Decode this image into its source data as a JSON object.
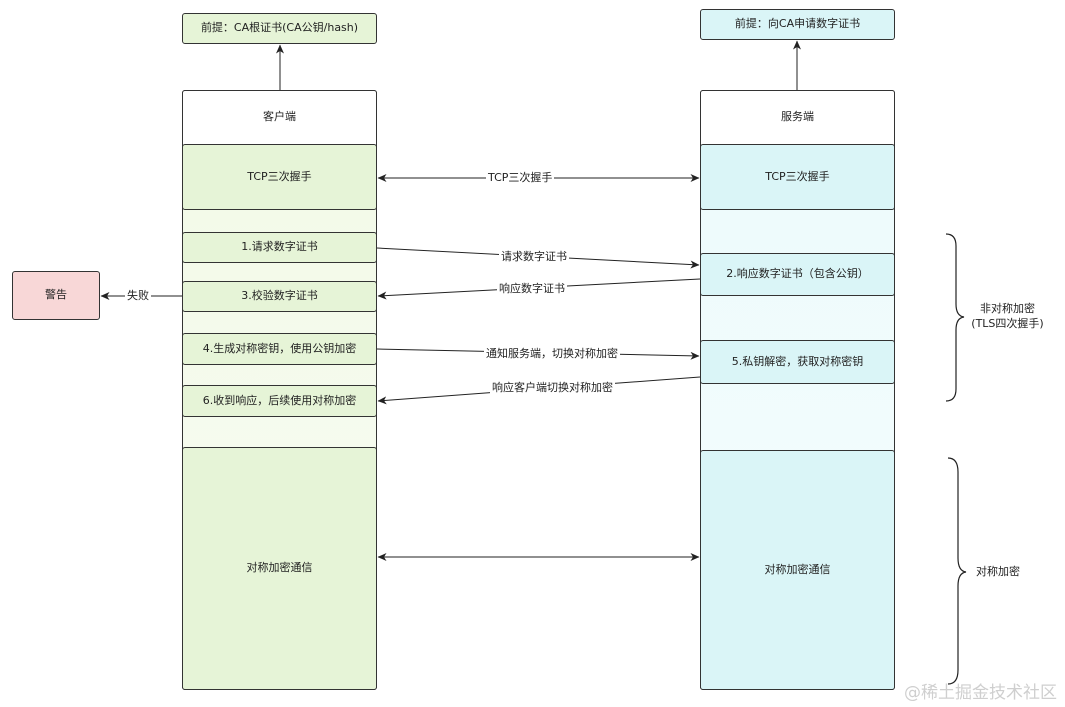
{
  "premises": {
    "client": "前提：CA根证书(CA公钥/hash)",
    "server": "前提：向CA申请数字证书"
  },
  "client": {
    "title": "客户端",
    "tcp": "TCP三次握手",
    "step1": "1.请求数字证书",
    "step3": "3.校验数字证书",
    "step4": "4.生成对称密钥，使用公钥加密",
    "step6": "6.收到响应，后续使用对称加密",
    "symmetric": "对称加密通信"
  },
  "server": {
    "title": "服务端",
    "tcp": "TCP三次握手",
    "step2": "2.响应数字证书（包含公钥）",
    "step5": "5.私钥解密，获取对称密钥",
    "symmetric": "对称加密通信"
  },
  "warning": {
    "label": "警告",
    "fail_label": "失败"
  },
  "arrows": {
    "tcp": "TCP三次握手",
    "request_cert": "请求数字证书",
    "response_cert": "响应数字证书",
    "notify_server": "通知服务端，切换对称加密",
    "response_client": "响应客户端切换对称加密"
  },
  "phases": {
    "asymmetric_line1": "非对称加密",
    "asymmetric_line2": "(TLS四次握手)",
    "symmetric": "对称加密"
  },
  "watermark": "@稀土掘金技术社区"
}
